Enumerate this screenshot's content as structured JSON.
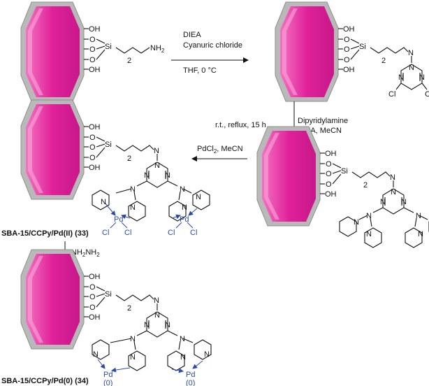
{
  "colors": {
    "pore": "#e0219a",
    "pore_light": "#f472c2",
    "wall": "#b9b9b9",
    "wall_dark": "#8e8e8e",
    "bond": "#111111",
    "pd": "#2b4aa8"
  },
  "atoms": {
    "OH": "OH",
    "O": "O",
    "Si": "Si",
    "NH2": "NH",
    "NH2_sub": "2",
    "N": "N",
    "Cl": "Cl",
    "Pd": "Pd",
    "Pd0": "(0)",
    "chain_n": "2"
  },
  "steps": {
    "step1": {
      "reagent1": "DIEA",
      "reagent2": "Cyanuric chloride",
      "conditions": "THF, 0 °C"
    },
    "step2": {
      "conditions": "r.t., reflux, 15 h",
      "reagent1": "Dipyridylamine",
      "reagent2": "DIEA, MeCN"
    },
    "step3": {
      "reagent": "PdCl",
      "reagent_sub": "2",
      "reagent_tail": ", MeCN"
    },
    "step4": {
      "reagent": "NH",
      "sub1": "2",
      "reagent_mid": "NH",
      "sub2": "2"
    }
  },
  "compounds": {
    "c33": "SBA-15/CCPy/Pd(II) (33)",
    "c34": "SBA-15/CCPy/Pd(0) (34)"
  }
}
